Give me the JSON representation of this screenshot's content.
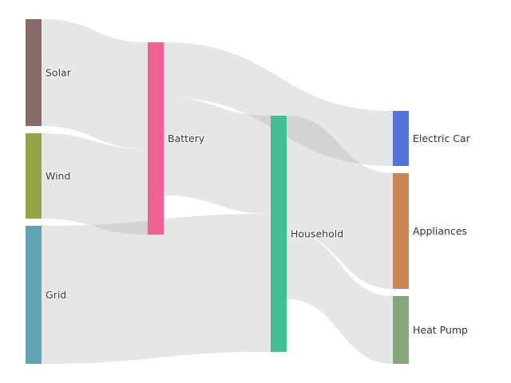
{
  "chart_data": {
    "type": "sankey",
    "nodes": [
      {
        "name": "Solar",
        "color": "#876a6a"
      },
      {
        "name": "Wind",
        "color": "#93a548"
      },
      {
        "name": "Grid",
        "color": "#61a3b0"
      },
      {
        "name": "Battery",
        "color": "#ef6291"
      },
      {
        "name": "Household",
        "color": "#41bf92"
      },
      {
        "name": "Electric Car",
        "color": "#5471dc"
      },
      {
        "name": "Appliances",
        "color": "#cd8558"
      },
      {
        "name": "Heat Pump",
        "color": "#88a67e"
      }
    ],
    "links": [
      {
        "source": "Solar",
        "target": "Battery",
        "value": 134
      },
      {
        "source": "Wind",
        "target": "Battery",
        "value": 107
      },
      {
        "source": "Battery",
        "target": "Electric Car",
        "value": 69
      },
      {
        "source": "Battery",
        "target": "Household",
        "value": 123
      },
      {
        "source": "Grid",
        "target": "Household",
        "value": 173
      },
      {
        "source": "Household",
        "target": "Appliances",
        "value": 145
      },
      {
        "source": "Household",
        "target": "Heat Pump",
        "value": 85
      }
    ],
    "link_color": "#979797"
  }
}
